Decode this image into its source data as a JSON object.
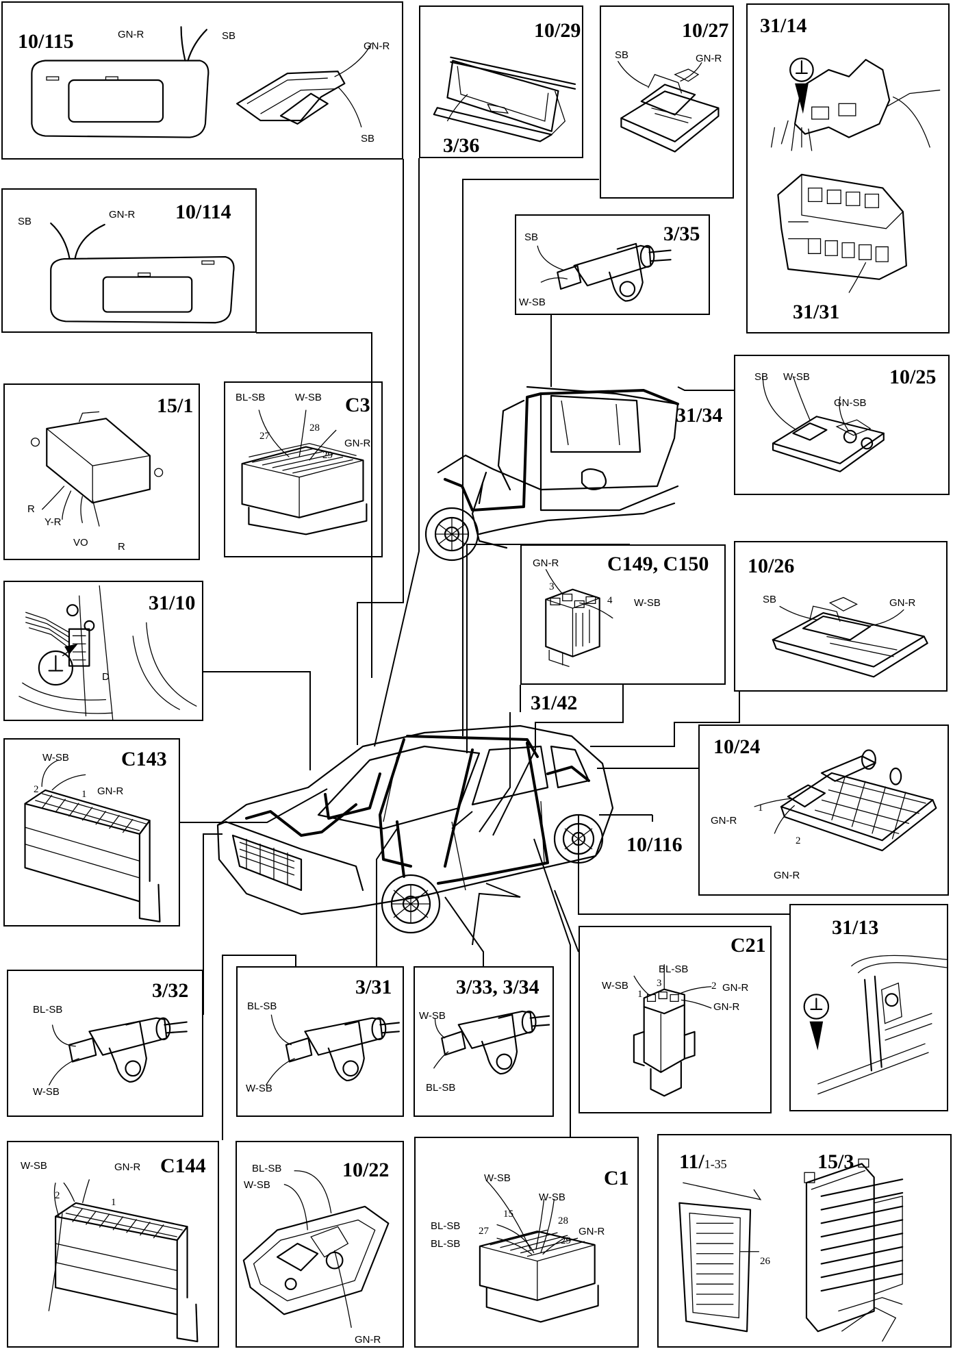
{
  "panels": {
    "p10_115": {
      "title": "10/115",
      "wires": [
        "GN-R",
        "SB",
        "GN-R",
        "SB"
      ]
    },
    "p10_114": {
      "title": "10/114",
      "wires": [
        "SB",
        "GN-R"
      ]
    },
    "p15_1": {
      "title": "15/1",
      "wires": [
        "R",
        "Y-R",
        "VO",
        "R"
      ]
    },
    "pC3": {
      "title": "C3",
      "wires": [
        "BL-SB",
        "W-SB",
        "GN-R"
      ],
      "pins": [
        "27",
        "28",
        "29"
      ]
    },
    "p31_10": {
      "title": "31/10",
      "ground": "⊥",
      "mark": "D"
    },
    "pC143": {
      "title": "C143",
      "wires": [
        "W-SB",
        "GN-R"
      ],
      "pins": [
        "2",
        "1"
      ]
    },
    "p3_32": {
      "title": "3/32",
      "wires": [
        "BL-SB",
        "W-SB"
      ]
    },
    "p3_31": {
      "title": "3/31",
      "wires": [
        "BL-SB",
        "W-SB"
      ]
    },
    "p3_33": {
      "title": "3/33, 3/34",
      "wires": [
        "W-SB",
        "BL-SB"
      ]
    },
    "pC144": {
      "title": "C144",
      "wires": [
        "W-SB",
        "GN-R"
      ],
      "pins": [
        "2",
        "1"
      ]
    },
    "p10_22": {
      "title": "10/22",
      "wires": [
        "BL-SB",
        "W-SB",
        "GN-R"
      ]
    },
    "pC1": {
      "title": "C1",
      "wires": [
        "W-SB",
        "W-SB",
        "BL-SB",
        "BL-SB",
        "GN-R"
      ],
      "pins": [
        "15",
        "28",
        "27",
        "29"
      ]
    },
    "p11": {
      "title_main": "11/",
      "title_sub": "1-35",
      "title2": "15/3",
      "pin": "26"
    },
    "p10_29": {
      "title": "10/29",
      "title2": "3/36"
    },
    "p10_27": {
      "title": "10/27",
      "wires": [
        "SB",
        "GN-R"
      ]
    },
    "p31_14": {
      "title": "31/14",
      "title2": "31/31",
      "ground": "⊥"
    },
    "p3_35": {
      "title": "3/35",
      "wires": [
        "SB",
        "W-SB"
      ]
    },
    "p10_25": {
      "title": "10/25",
      "wires": [
        "SB",
        "W-SB",
        "GN-SB"
      ]
    },
    "pC149": {
      "title": "C149, C150",
      "wires": [
        "GN-R",
        "W-SB"
      ],
      "pins": [
        "3",
        "4"
      ]
    },
    "p10_26": {
      "title": "10/26",
      "wires": [
        "SB",
        "GN-R"
      ]
    },
    "p10_24": {
      "title": "10/24",
      "wires": [
        "GN-R",
        "GN-R"
      ],
      "pins": [
        "1",
        "2"
      ]
    },
    "pC21": {
      "title": "C21",
      "wires": [
        "BL-SB",
        "W-SB",
        "GN-R",
        "GN-R"
      ],
      "pins": [
        "3",
        "1",
        "2"
      ]
    },
    "p31_13": {
      "title": "31/13",
      "ground": "⊥"
    }
  },
  "callouts": {
    "c31_34": "31/34",
    "c31_42": "31/42",
    "c10_116": "10/116"
  }
}
